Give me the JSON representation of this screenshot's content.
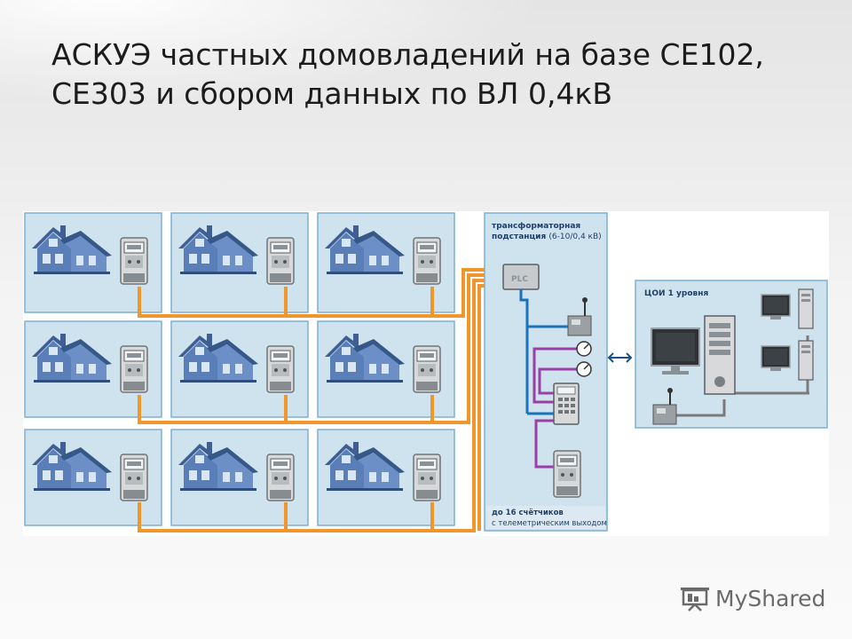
{
  "slide": {
    "title": "АСКУЭ частных домовладений  на базе СЕ102, СЕ303 и  сбором данных по ВЛ 0,4кВ"
  },
  "diagram": {
    "substation_label": "трансформаторная подстанция (6-10/0,4 кВ)",
    "plc_label": "PLC",
    "meters_label_line1": "до 16 счётчиков",
    "meters_label_line2": "с телеметрическим выходом",
    "center_label": "ЦОИ 1 уровня",
    "colors": {
      "house_panel": "#cfe3ef",
      "panel_border": "#7fb0cf",
      "house": "#4a6da0",
      "power_line": "#f0962a",
      "data_line": "#1a73b8",
      "telemetry_line": "#9b3fa6",
      "network_line": "#7a7a7a"
    }
  },
  "watermark": {
    "brand": "MyShared",
    "icon": "projector-screen-icon"
  }
}
